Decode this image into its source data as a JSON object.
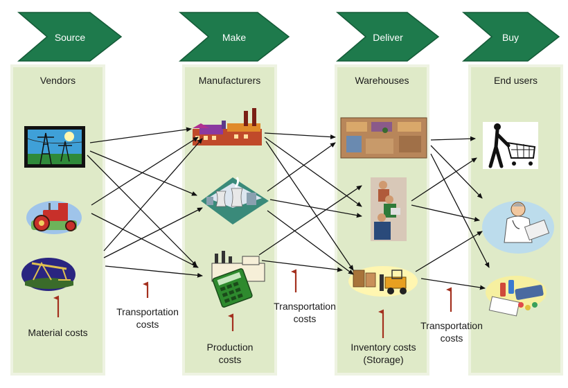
{
  "stages": [
    {
      "label": "Source"
    },
    {
      "label": "Make"
    },
    {
      "label": "Deliver"
    },
    {
      "label": "Buy"
    }
  ],
  "columns": [
    {
      "title": "Vendors",
      "icons": [
        "power-lines-icon",
        "tractor-icon",
        "oil-pump-icon"
      ]
    },
    {
      "title": "Manufacturers",
      "icons": [
        "factory-icon",
        "power-plant-icon",
        "calculator-factory-icon"
      ]
    },
    {
      "title": "Warehouses",
      "icons": [
        "warehouse-shelves-icon",
        "workers-icon",
        "forklift-icon"
      ]
    },
    {
      "title": "End users",
      "icons": [
        "shopper-cart-icon",
        "doctor-icon",
        "medicine-icon"
      ]
    }
  ],
  "costs": {
    "material": "Material costs",
    "transport1": [
      "Transportation",
      "costs"
    ],
    "production": [
      "Production",
      "costs"
    ],
    "transport2": [
      "Transportation",
      "costs"
    ],
    "inventory": [
      "Inventory costs",
      "(Storage)"
    ],
    "transport3": [
      "Transportation",
      "costs"
    ]
  },
  "colors": {
    "chevron": "#1e7a4c",
    "column_bg": "#dfeac8",
    "column_border": "#eef3e2",
    "cost_arrow": "#a3301e",
    "flow_arrow": "#111111"
  }
}
